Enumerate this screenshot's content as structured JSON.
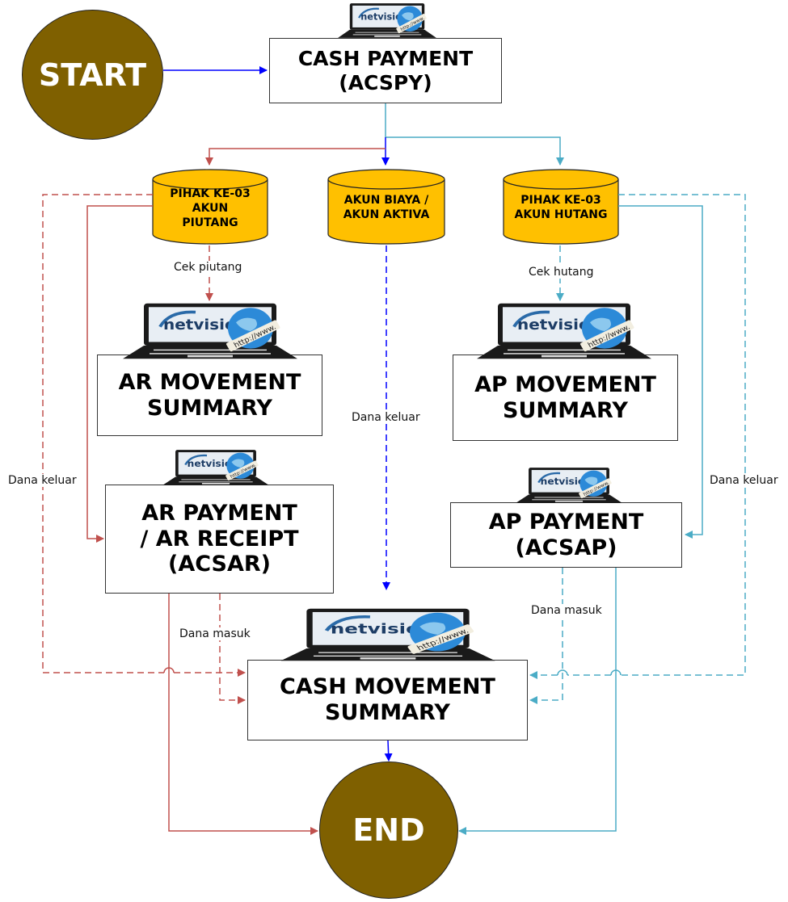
{
  "colors": {
    "terminal_fill": "#7f6000",
    "database_fill": "#ffc000",
    "flow_blue": "#0000ff",
    "flow_red": "#c0504d",
    "flow_cyan": "#4bacc6"
  },
  "icons": {
    "system_logo": "netvision laptop with globe (http://www.)"
  },
  "nodes": {
    "start": "START",
    "end": "END",
    "cash_payment": "CASH PAYMENT\n(ACSPY)",
    "db_piutang": "PIHAK KE-03\nAKUN\nPIUTANG",
    "db_biaya": "AKUN BIAYA /\nAKUN AKTIVA",
    "db_hutang": "PIHAK KE-03\nAKUN HUTANG",
    "ar_movement": "AR MOVEMENT\nSUMMARY",
    "ap_movement": "AP MOVEMENT\nSUMMARY",
    "ar_payment": "AR PAYMENT\n/ AR RECEIPT\n(ACSAR)",
    "ap_payment": "AP PAYMENT\n(ACSAP)",
    "cash_movement": "CASH MOVEMENT\nSUMMARY"
  },
  "labels": {
    "cek_piutang": "Cek piutang",
    "cek_hutang": "Cek hutang",
    "dana_keluar_left": "Dana keluar",
    "dana_keluar_center": "Dana keluar",
    "dana_keluar_right": "Dana keluar",
    "dana_masuk_left": "Dana masuk",
    "dana_masuk_right": "Dana masuk"
  }
}
